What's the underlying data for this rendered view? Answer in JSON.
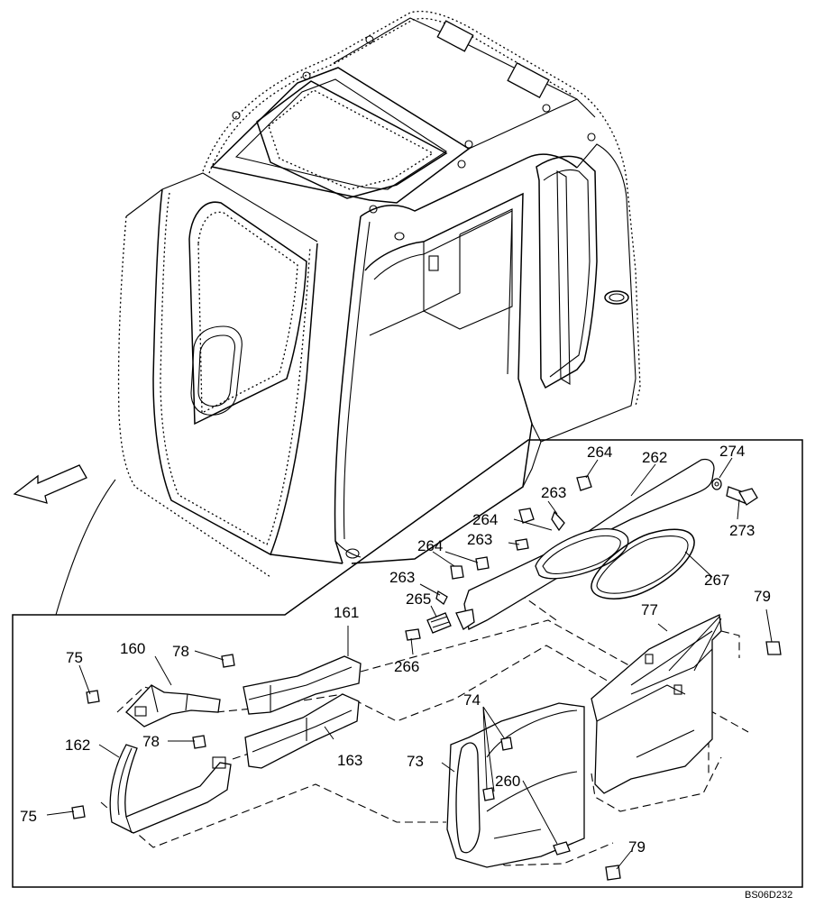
{
  "diagram_code": "BS06D232",
  "labels": {
    "l73": "73",
    "l74": "74",
    "l75a": "75",
    "l75b": "75",
    "l77": "77",
    "l78a": "78",
    "l78b": "78",
    "l79a": "79",
    "l79b": "79",
    "l160": "160",
    "l161": "161",
    "l162": "162",
    "l163": "163",
    "l260": "260",
    "l262": "262",
    "l263a": "263",
    "l263b": "263",
    "l263c": "263",
    "l264a": "264",
    "l264b": "264",
    "l264c": "264",
    "l265": "265",
    "l266": "266",
    "l267": "267",
    "l273": "273",
    "l274": "274"
  }
}
